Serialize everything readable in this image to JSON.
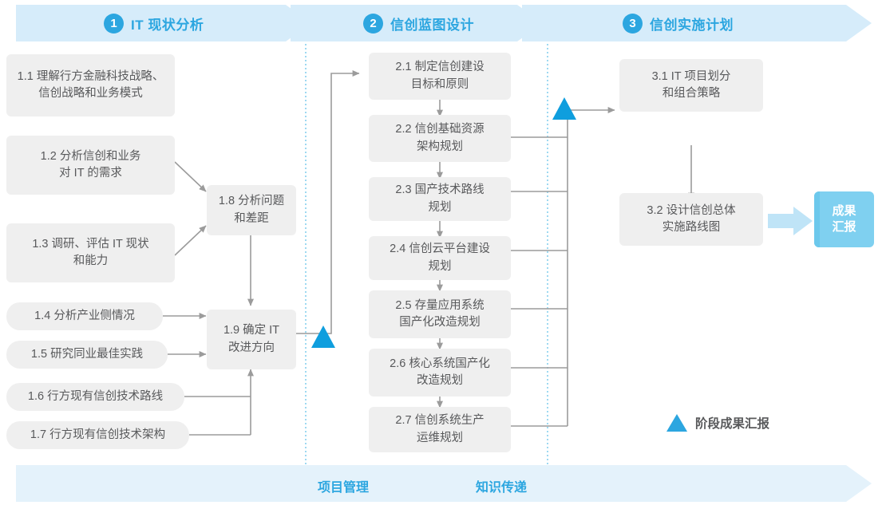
{
  "diagram": {
    "title_phases": [
      {
        "number": "1",
        "label": "IT 现状分析"
      },
      {
        "number": "2",
        "label": "信创蓝图设计"
      },
      {
        "number": "3",
        "label": "信创实施计划"
      }
    ],
    "colors": {
      "accent": "#2ca6e0",
      "header_band": "#d6ecfa",
      "footer_band": "#e4f2fb",
      "box_fill": "#efefef",
      "box_text": "#58595b",
      "connector": "#9b9b9b",
      "divider": "#6ec6ea",
      "result_chip": "#7fd0f0",
      "result_arrow": "#bfe4f7"
    },
    "phase1_boxes": [
      {
        "id": "1.1",
        "text": "1.1 理解行方金融科技战略、\n信创战略和业务模式"
      },
      {
        "id": "1.2",
        "text": "1.2 分析信创和业务\n对 IT 的需求"
      },
      {
        "id": "1.3",
        "text": "1.3 调研、评估 IT 现状\n和能力"
      },
      {
        "id": "1.4",
        "text": "1.4 分析产业侧情况"
      },
      {
        "id": "1.5",
        "text": "1.5 研究同业最佳实践"
      },
      {
        "id": "1.6",
        "text": "1.6 行方现有信创技术路线"
      },
      {
        "id": "1.7",
        "text": "1.7 行方现有信创技术架构"
      }
    ],
    "phase1_merge_boxes": [
      {
        "id": "1.8",
        "text": "1.8 分析问题\n和差距"
      },
      {
        "id": "1.9",
        "text": "1.9 确定 IT\n改进方向"
      }
    ],
    "phase2_boxes": [
      {
        "id": "2.1",
        "text": "2.1 制定信创建设\n目标和原则"
      },
      {
        "id": "2.2",
        "text": "2.2 信创基础资源\n架构规划"
      },
      {
        "id": "2.3",
        "text": "2.3 国产技术路线\n规划"
      },
      {
        "id": "2.4",
        "text": "2.4 信创云平台建设\n规划"
      },
      {
        "id": "2.5",
        "text": "2.5 存量应用系统\n国产化改造规划"
      },
      {
        "id": "2.6",
        "text": "2.6 核心系统国产化\n改造规划"
      },
      {
        "id": "2.7",
        "text": "2.7 信创系统生产\n运维规划"
      }
    ],
    "phase3_boxes": [
      {
        "id": "3.1",
        "text": "3.1 IT 项目划分\n和组合策略"
      },
      {
        "id": "3.2",
        "text": "3.2 设计信创总体\n实施路线图"
      }
    ],
    "result_chip": {
      "text": "成果\n汇报"
    },
    "legend": {
      "text": "阶段成果汇报",
      "marker": "triangle-up"
    },
    "bottom_band": {
      "labels": [
        "项目管理",
        "知识传递"
      ]
    }
  }
}
